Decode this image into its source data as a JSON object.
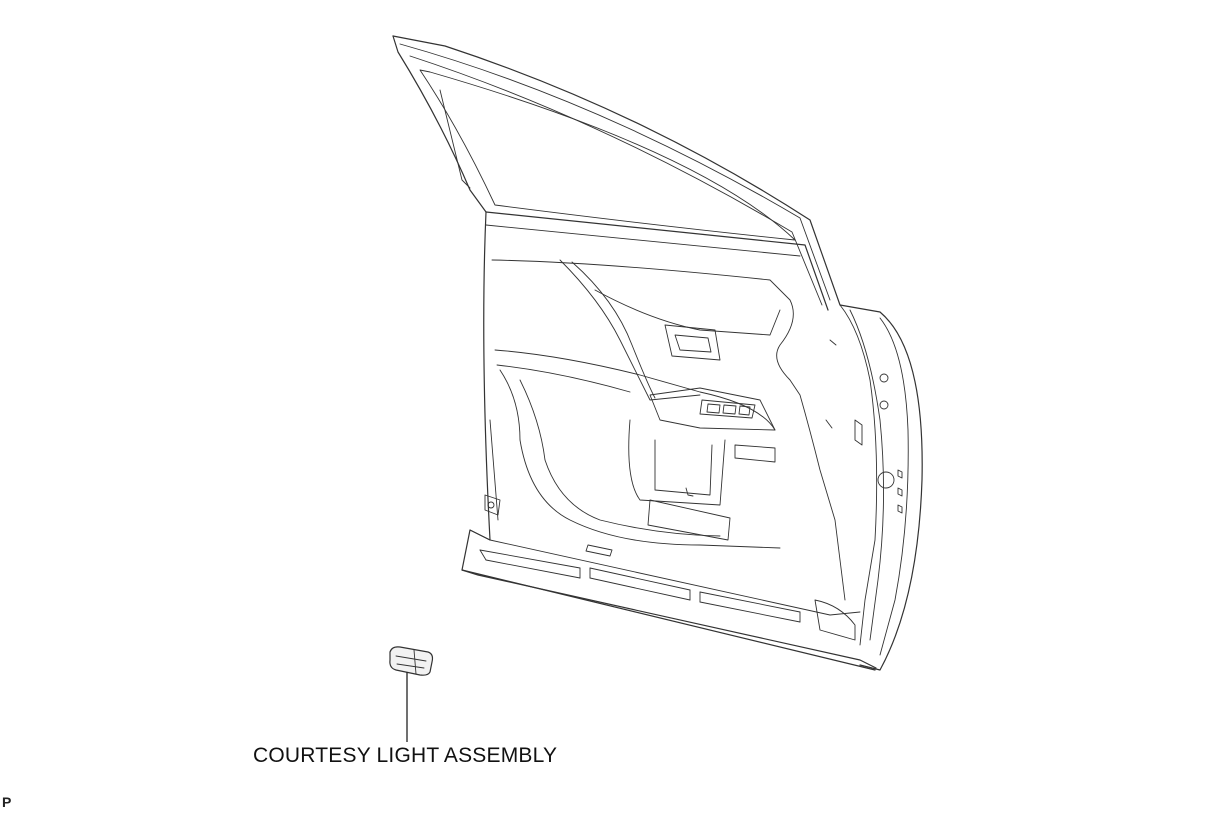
{
  "callout": {
    "label": "COURTESY LIGHT ASSEMBLY"
  },
  "corner_mark": "P",
  "parts": [
    "front-door-panel",
    "courtesy-light-assembly"
  ]
}
